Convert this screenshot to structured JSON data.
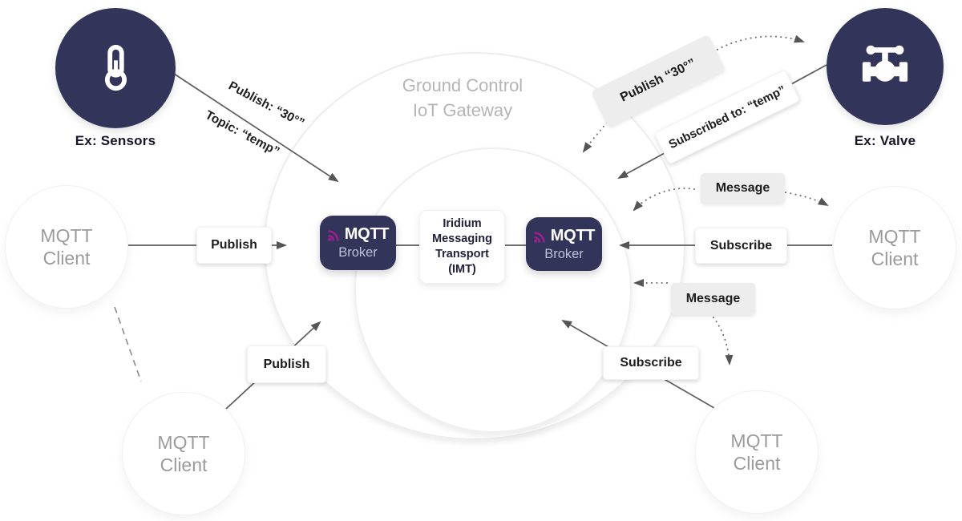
{
  "diagram": {
    "gateway": {
      "title": "Ground Control\nIoT Gateway"
    },
    "imt": {
      "label": "Iridium Messaging Transport (IMT)"
    },
    "brokers": [
      {
        "logo": "MQTT",
        "label": "Broker"
      },
      {
        "logo": "MQTT",
        "label": "Broker"
      }
    ],
    "devices": {
      "sensors": {
        "label": "Ex: Sensors",
        "icon": "thermometer-icon"
      },
      "valve": {
        "label": "Ex: Valve",
        "icon": "valve-icon"
      }
    },
    "clients": [
      {
        "position": "left",
        "label": "MQTT\nClient"
      },
      {
        "position": "bottom-left",
        "label": "MQTT\nClient"
      },
      {
        "position": "right",
        "label": "MQTT\nClient"
      },
      {
        "position": "bottom-right",
        "label": "MQTT\nClient"
      }
    ],
    "flow_labels": {
      "sensor_publish": "Publish: “30°”",
      "sensor_topic": "Topic: “temp”",
      "publish_30_box": "Publish “30°”",
      "subscribed_temp_box": "Subscribed to: “temp”",
      "publish_left": "Publish",
      "publish_bottom": "Publish",
      "subscribe_right": "Subscribe",
      "subscribe_bottom": "Subscribe",
      "message_top": "Message",
      "message_bottom": "Message"
    },
    "colors": {
      "navy": "#333459",
      "mqtt_purple": "#9c1f8f",
      "label_gray": "#ededed",
      "arrow": "#5c5c5c",
      "muted_text": "#9b9b9b",
      "circle_stroke": "#ededed"
    }
  }
}
